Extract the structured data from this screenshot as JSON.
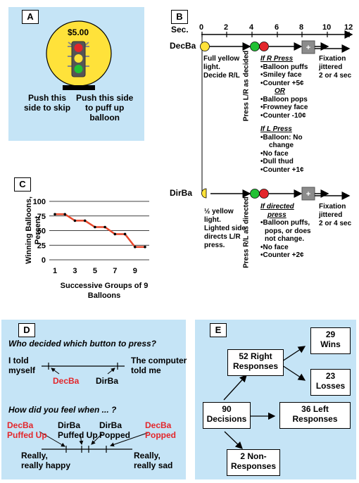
{
  "labels": {
    "a": "A",
    "b": "B",
    "c": "C",
    "d": "D",
    "e": "E"
  },
  "panelA": {
    "price": "$5.00",
    "left_text": [
      "Push this",
      "side to skip"
    ],
    "right_text": [
      "Push this side",
      "to puff up",
      "balloon"
    ]
  },
  "panelB": {
    "axis_label": "Sec.",
    "ticks": [
      "0",
      "2",
      "4",
      "6",
      "8",
      "10",
      "12"
    ],
    "decba": {
      "label": "DecBa",
      "start_text": [
        "Full yellow",
        "light.",
        "Decide R/L"
      ],
      "vertical_text": "Press L/R as decided",
      "r_heading": "If R Press",
      "r_items": [
        "•Balloon puffs",
        "•Smiley face",
        "•Counter +5¢"
      ],
      "or_text": "OR",
      "r_items2": [
        "•Balloon pops",
        "•Frowney face",
        "•Counter -10¢"
      ],
      "l_heading": "If L Press",
      "l_items": [
        "•Balloon: No",
        "change",
        "•No face",
        "•Dull thud",
        "•Counter +1¢"
      ],
      "fixation": [
        "Fixation",
        "jittered",
        "2 or 4 sec"
      ]
    },
    "dirba": {
      "label": "DirBa",
      "start_text": [
        "½ yellow",
        "light.",
        "Lighted side",
        "directs L/R",
        "press."
      ],
      "vertical_text": "Press R/L as directed",
      "heading": [
        "If directed",
        "press"
      ],
      "items": [
        "•Balloon puffs,",
        "pops, or does",
        "not change.",
        "•No face",
        "•Counter +2¢"
      ],
      "fixation": [
        "Fixation",
        "jittered",
        "2 or 4 sec"
      ]
    }
  },
  "panelC": {
    "ylabel": [
      "Winning Balloons,",
      "Percent"
    ],
    "xlabel": [
      "Successive Groups of 9",
      "Balloons"
    ]
  },
  "chart_data": {
    "type": "line",
    "x": [
      1,
      2,
      3,
      4,
      5,
      6,
      7,
      8,
      9,
      10
    ],
    "series": [
      {
        "values": [
          78,
          78,
          67,
          67,
          56,
          56,
          44,
          44,
          22,
          22
        ]
      }
    ],
    "xticks": [
      "1",
      "3",
      "5",
      "7",
      "9"
    ],
    "yticks": [
      "0",
      "25",
      "50",
      "75",
      "100"
    ],
    "ylim": [
      0,
      100
    ],
    "xlim": [
      1,
      10
    ],
    "grid": true,
    "colors": {
      "line": "#e8482c",
      "marker": "#000000",
      "grid": "#000000"
    }
  },
  "panelD": {
    "q1": "Who decided which button to press?",
    "left": [
      "I told",
      "myself"
    ],
    "right": [
      "The computer",
      "told me"
    ],
    "decba": "DecBa",
    "dirba": "DirBa",
    "q2": "How did you feel when ... ?",
    "m1": [
      "DecBa",
      "Puffed Up"
    ],
    "m2": [
      "DirBa",
      "Puffed Up"
    ],
    "m3": [
      "DirBa",
      "Popped"
    ],
    "m4": [
      "DecBa",
      "Popped"
    ],
    "happy": [
      "Really,",
      "really happy"
    ],
    "sad": [
      "Really,",
      "really sad"
    ]
  },
  "panelE": {
    "decisions": [
      "90",
      "Decisions"
    ],
    "right": [
      "52 Right",
      "Responses"
    ],
    "wins": [
      "29",
      "Wins"
    ],
    "losses": [
      "23",
      "Losses"
    ],
    "left": [
      "36 Left",
      "Responses"
    ],
    "non": [
      "2 Non-",
      "Responses"
    ]
  },
  "colors": {
    "panel_bg": "#c5e4f6",
    "accent_red": "#e3262b",
    "yellow": "#ffe23a"
  }
}
